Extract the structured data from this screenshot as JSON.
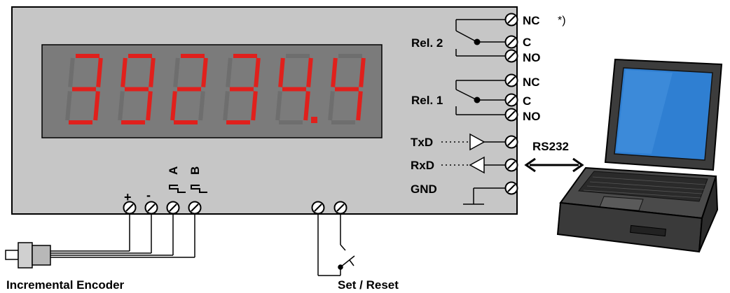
{
  "display": {
    "digits": [
      "3",
      "9",
      "2",
      "3",
      "4",
      "4"
    ],
    "decimal_after_index": 4,
    "on_color": "#e0201c",
    "off_color": "#6e6e6e",
    "panel_color": "#7b7b7b"
  },
  "colors": {
    "housing": "#c6c6c6",
    "outline": "#000000"
  },
  "relays": {
    "rel2_label": "Rel. 2",
    "rel1_label": "Rel. 1",
    "nc_label": "NC",
    "c_label": "C",
    "no_label": "NO",
    "footnote_mark": "*)"
  },
  "serial": {
    "txd_label": "TxD",
    "rxd_label": "RxD",
    "gnd_label": "GND",
    "link_label": "RS232"
  },
  "encoder": {
    "plus_label": "+",
    "minus_label": "-",
    "a_label": "A",
    "b_label": "B",
    "caption": "Incremental Encoder"
  },
  "switch": {
    "caption": "Set / Reset"
  },
  "laptop": {
    "screen_color": "#2f7fd2",
    "body_color": "#4a4a4a"
  }
}
